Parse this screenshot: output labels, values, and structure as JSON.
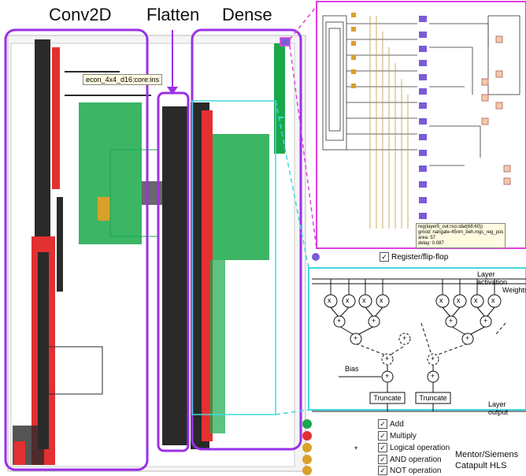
{
  "titles": {
    "conv2d": "Conv2D",
    "flatten": "Flatten",
    "dense": "Dense"
  },
  "tooltip_main": "econ_4x4_d16:core:ins",
  "zoom_tooltip": {
    "line1": "reg(layer5_out:rsci.idat(68:60))",
    "line2": "gmod: nangate-45nm_beh.mgc_reg_pos",
    "line3": "area: 57",
    "line4": "delay: 0.087"
  },
  "register_legend": {
    "label": "Register/flip-flop",
    "color": "#7b5cd6"
  },
  "diagram": {
    "layer_activation": "Layer activation",
    "weights": "Weights",
    "bias": "Bias",
    "layer_output": "Layer output",
    "truncate": "Truncate",
    "mult_symbol": "x",
    "add_symbol": "+"
  },
  "legend": [
    {
      "label": "Add",
      "color": "#1aa84a",
      "checked": "✓"
    },
    {
      "label": "Multiply",
      "color": "#e33030",
      "checked": "✓"
    },
    {
      "label": "Logical operation",
      "color": "#d9a02a",
      "checked": "✓"
    },
    {
      "label": "AND operation",
      "color": "#d9a02a",
      "checked": "✓"
    },
    {
      "label": "NOT operation",
      "color": "#d9a02a",
      "checked": "✓"
    }
  ],
  "credit": {
    "line1": "Mentor/Siemens",
    "line2": "Catapult HLS"
  },
  "colors": {
    "purple": "#9b30e8",
    "magenta": "#e040e0",
    "cyan": "#40d8e0",
    "green": "#1aa84a",
    "red": "#e33030",
    "dark": "#2a2a2a"
  }
}
